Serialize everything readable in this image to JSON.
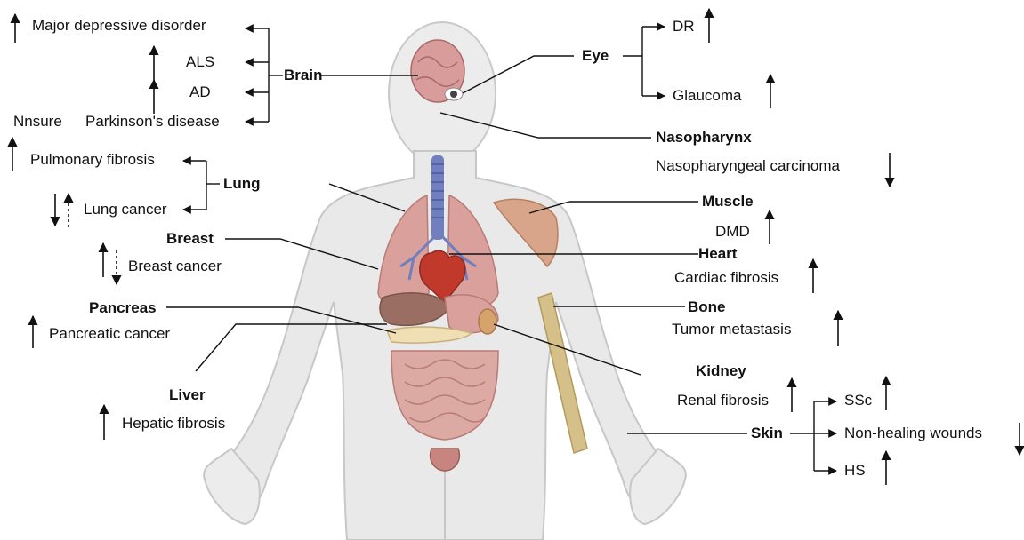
{
  "organs": {
    "brain": "Brain",
    "eye": "Eye",
    "nasopharynx": "Nasopharynx",
    "lung": "Lung",
    "muscle": "Muscle",
    "breast": "Breast",
    "heart": "Heart",
    "pancreas": "Pancreas",
    "bone": "Bone",
    "liver": "Liver",
    "kidney": "Kidney",
    "skin": "Skin"
  },
  "diseases": {
    "mdd": "Major depressive disorder",
    "als": "ALS",
    "ad": "AD",
    "pd": "Parkinson's disease",
    "pd_note": "Nnsure",
    "dr": "DR",
    "glaucoma": "Glaucoma",
    "npc": "Nasopharyngeal carcinoma",
    "pulmonary_fibrosis": "Pulmonary fibrosis",
    "lung_cancer": "Lung cancer",
    "dmd": "DMD",
    "breast_cancer": "Breast cancer",
    "cardiac_fibrosis": "Cardiac fibrosis",
    "pancreatic_cancer": "Pancreatic cancer",
    "tumor_metastasis": "Tumor metastasis",
    "hepatic_fibrosis": "Hepatic fibrosis",
    "renal_fibrosis": "Renal fibrosis",
    "ssc": "SSc",
    "wounds": "Non-healing wounds",
    "hs": "HS"
  },
  "trend_indicators": {
    "mdd": "up",
    "als": "up",
    "ad": "up",
    "pd": "unsure",
    "dr": "up",
    "glaucoma": "up",
    "npc": "down",
    "pulmonary_fibrosis": "up",
    "lung_cancer": "down / dashed up",
    "dmd": "up",
    "breast_cancer": "up / dashed down",
    "cardiac_fibrosis": "up",
    "pancreatic_cancer": "up",
    "tumor_metastasis": "up",
    "hepatic_fibrosis": "up",
    "renal_fibrosis": "up",
    "ssc": "up",
    "wounds": "down",
    "hs": "up"
  },
  "colors": {
    "body_fill": "#e9e9e9",
    "body_outline": "#c7c7c7",
    "organ_pink": "#d9a09c",
    "trachea_blue": "#6f7fbf",
    "heart_red": "#c0392b",
    "bone_tan": "#d6c08a",
    "muscle_tan": "#d8a58a",
    "line": "#111111"
  }
}
